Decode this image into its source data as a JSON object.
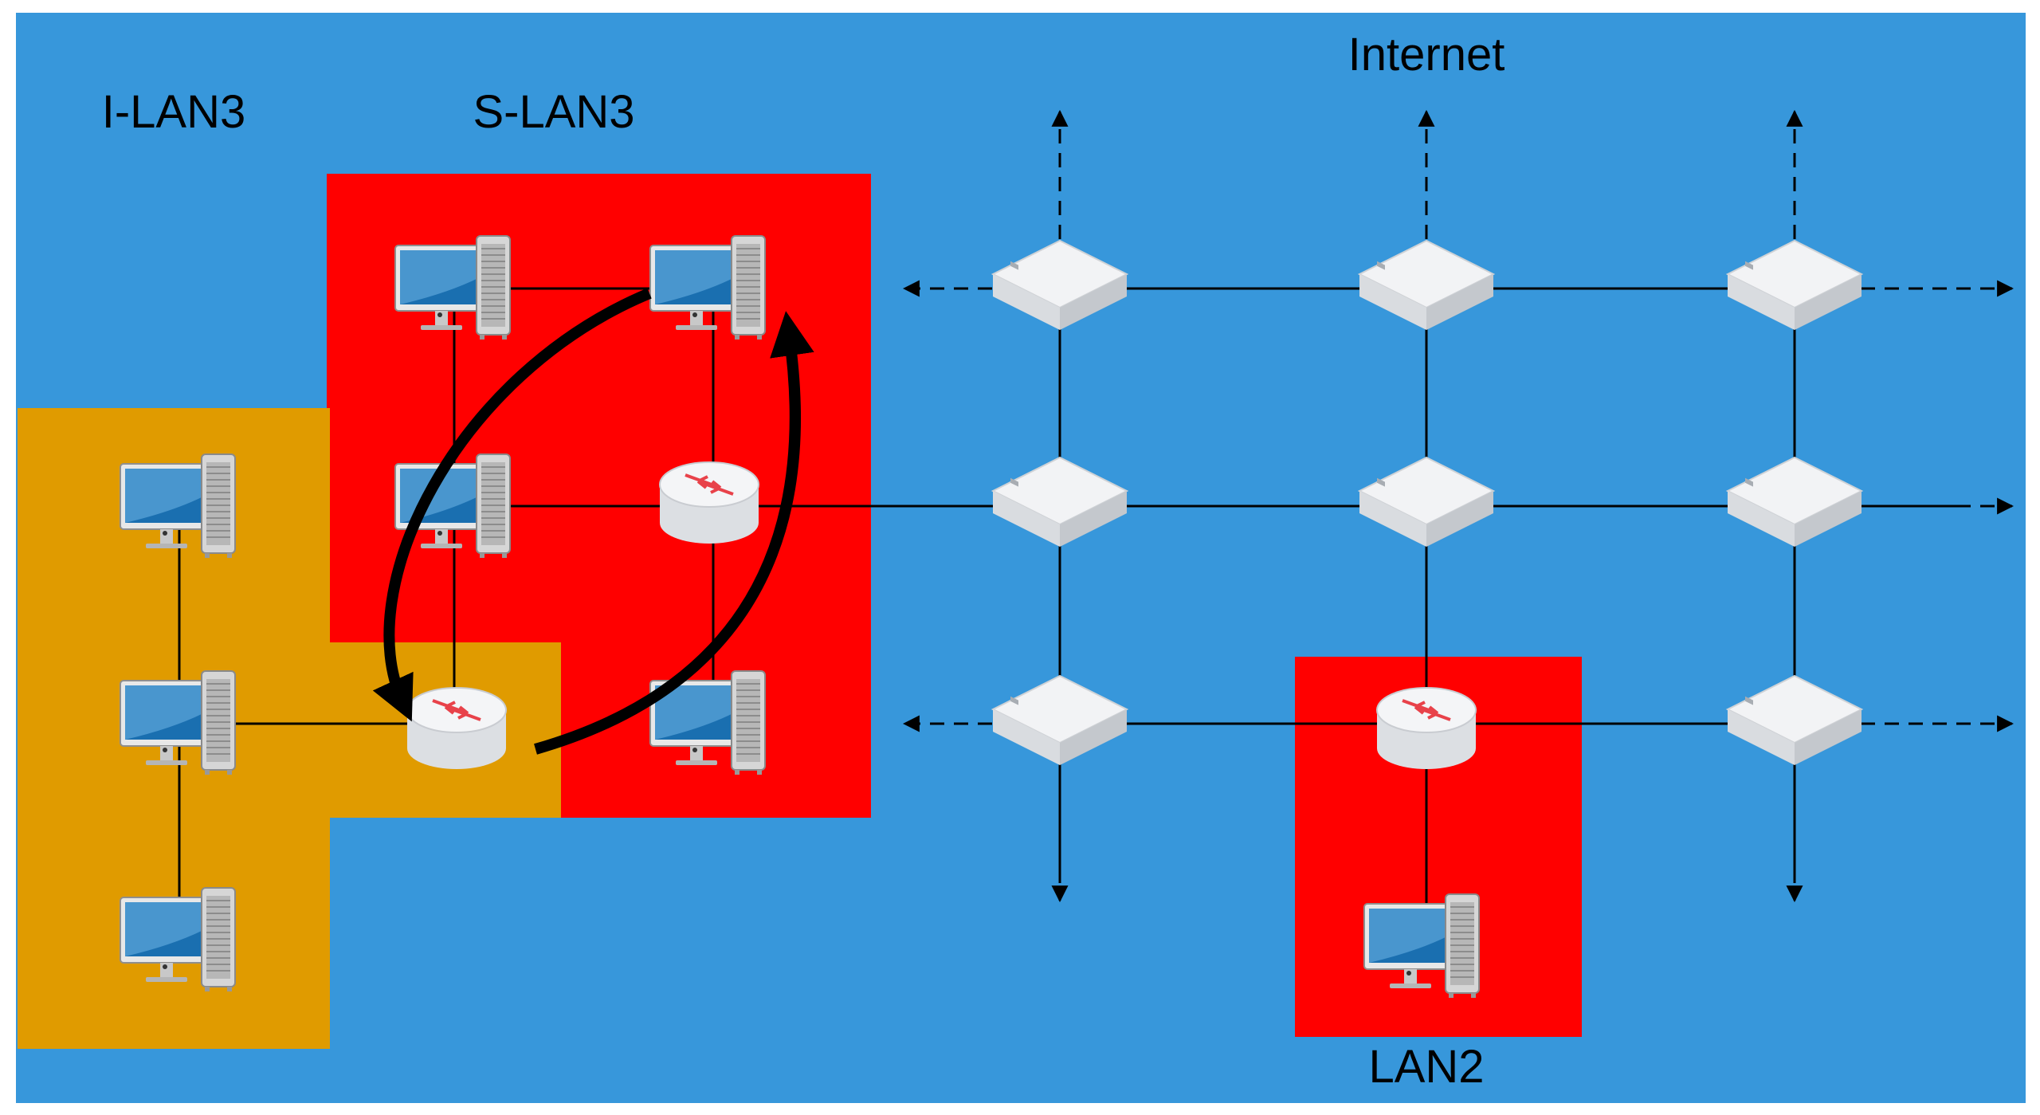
{
  "labels": {
    "internet": "Internet",
    "i_lan": "I-LAN3",
    "s_lan": "S-LAN3",
    "lan2": "LAN2"
  },
  "colors": {
    "background": "#3797db",
    "s_lan_region": "#ff0000",
    "i_lan_region": "#e09b00",
    "lan2_region": "#ff0000",
    "links": "#000000",
    "router_arrows": "#e8424a"
  },
  "icons": {
    "computer": "desktop-computer-icon",
    "router": "router-icon",
    "switch": "switch-icon"
  }
}
